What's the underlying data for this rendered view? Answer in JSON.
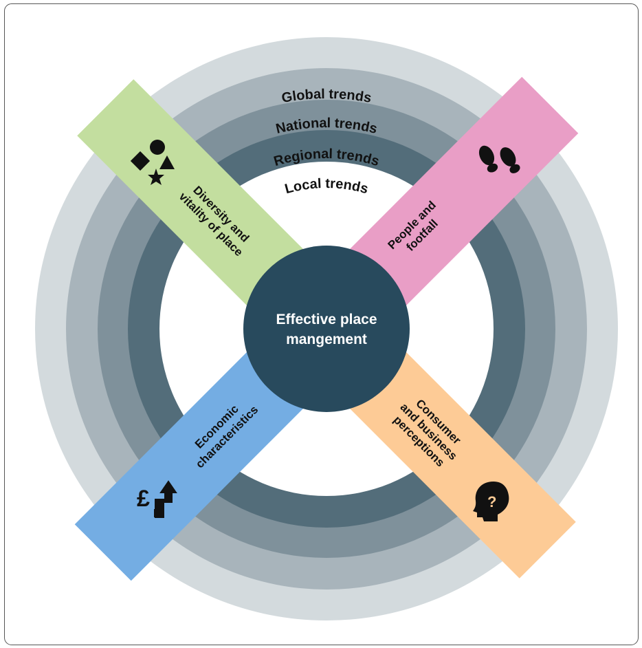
{
  "center": {
    "line1": "Effective place",
    "line2": "mangement",
    "color": "#284a5d"
  },
  "rings": [
    {
      "id": "global",
      "label": "Global trends",
      "color": "#d3dadd"
    },
    {
      "id": "national",
      "label": "National trends",
      "color": "#a8b4bb"
    },
    {
      "id": "regional",
      "label": "Regional trends",
      "color": "#7f919b"
    },
    {
      "id": "local",
      "label": "Local trends",
      "color": "#536d7a"
    }
  ],
  "bands": [
    {
      "id": "diversity",
      "line1": "Diversity and",
      "line2": "vitality of place",
      "color": "#c3de9f",
      "icon": "shapes-icon"
    },
    {
      "id": "people",
      "line1": "People and",
      "line2": "footfall",
      "color": "#e99ec6",
      "icon": "footprints-icon"
    },
    {
      "id": "economic",
      "line1": "Economic",
      "line2": "characteristics",
      "color": "#74ade3",
      "icon": "pound-arrow-icon"
    },
    {
      "id": "consumer",
      "line1": "Consumer",
      "line2": "and business",
      "line3": "perceptions",
      "color": "#fdcb96",
      "icon": "head-question-icon"
    }
  ]
}
